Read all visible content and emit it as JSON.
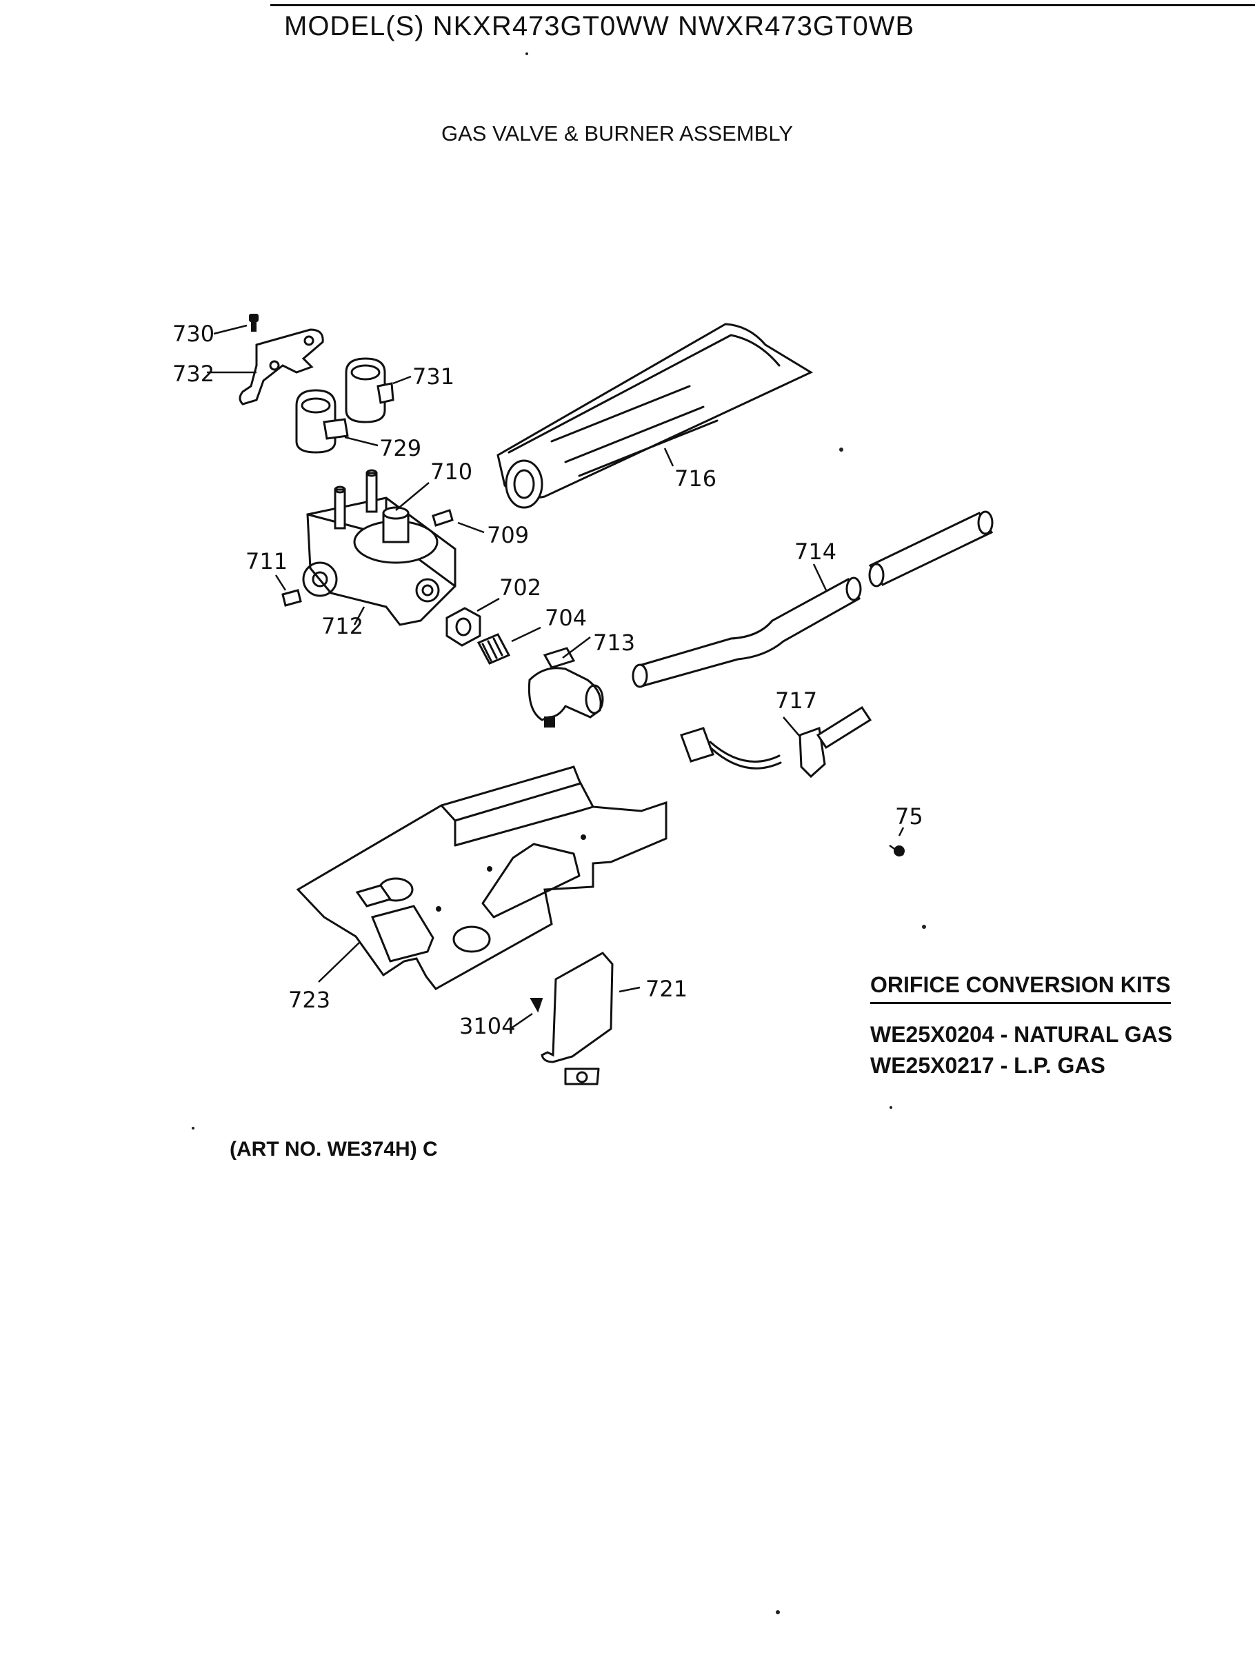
{
  "header": {
    "model_line": "MODEL(S) NKXR473GT0WW  NWXR473GT0WB",
    "diagram_title": "GAS VALVE & BURNER ASSEMBLY"
  },
  "callouts": {
    "p730": "730",
    "p732": "732",
    "p731": "731",
    "p729": "729",
    "p710": "710",
    "p709": "709",
    "p711": "711",
    "p712": "712",
    "p702": "702",
    "p704": "704",
    "p713": "713",
    "p716": "716",
    "p714": "714",
    "p717": "717",
    "p75": "75",
    "p723": "723",
    "p721": "721",
    "p3104": "3104"
  },
  "orifice_kits": {
    "title": "ORIFICE CONVERSION KITS",
    "items": [
      {
        "part": "WE25X0204",
        "separator": "-",
        "gas": "NATURAL GAS"
      },
      {
        "part": "WE25X0217",
        "separator": "-",
        "gas": "L.P. GAS"
      }
    ]
  },
  "footer": {
    "art_no": "(ART NO. WE374H) C"
  }
}
